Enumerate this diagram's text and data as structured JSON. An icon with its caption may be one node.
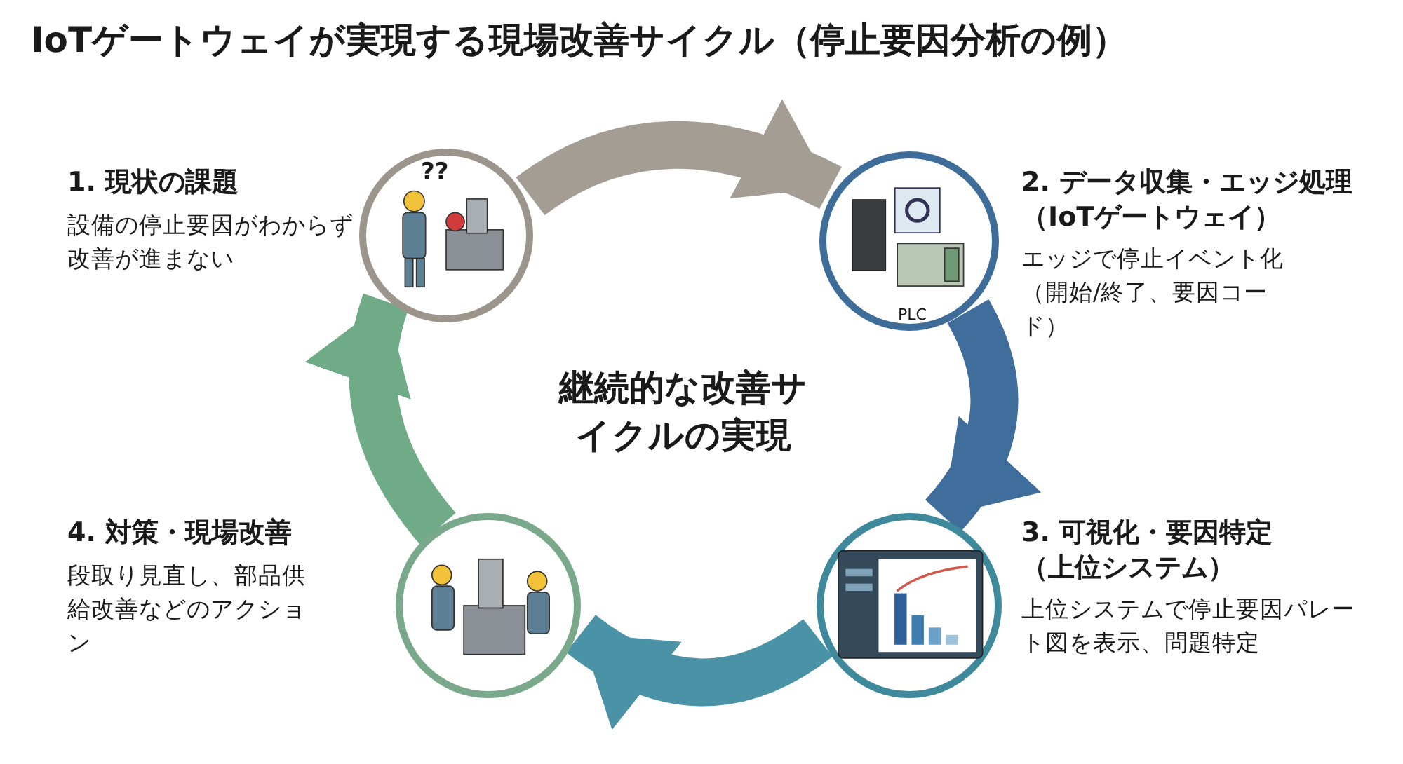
{
  "diagram": {
    "title": "IoTゲートウェイが実現する現場改善サイクル（停止要因分析の例）",
    "nodes": [
      {
        "text": [],
        "shape": "picture",
        "beside": [
          "1. 現状の課題",
          "設備の停止要因がわからず改善が進まない"
        ]
      },
      {
        "text": [],
        "shape": "picture",
        "beside": [
          "2. データ収集・エッジ処理（IoTゲートウェイ）",
          "エッジで停止イベント化（開始/終了、要因コード）"
        ]
      },
      {
        "text": [],
        "shape": "picture",
        "beside": [
          "3. 可視化・要因特定（上位システム）",
          "上位システムで停止要因パレート図を表示、問題特定"
        ]
      },
      {
        "text": [],
        "shape": "picture",
        "beside": [
          "4. 対策・現場改善",
          "段取り見直し、部品供給改善などのアクション"
        ]
      }
    ],
    "edges": [
      {
        "from": 0,
        "to": 1,
        "arrow": "to",
        "color": "#a39d94"
      },
      {
        "from": 1,
        "to": 2,
        "arrow": "to",
        "color": "#3f6d9c"
      },
      {
        "from": 2,
        "to": 3,
        "arrow": "to",
        "color": "#4a93a6"
      },
      {
        "from": 3,
        "to": 0,
        "arrow": "to",
        "color": "#6eab86"
      }
    ],
    "labels": [
      "継続的な改善サイクルの実現",
      "??",
      "PLC"
    ]
  }
}
